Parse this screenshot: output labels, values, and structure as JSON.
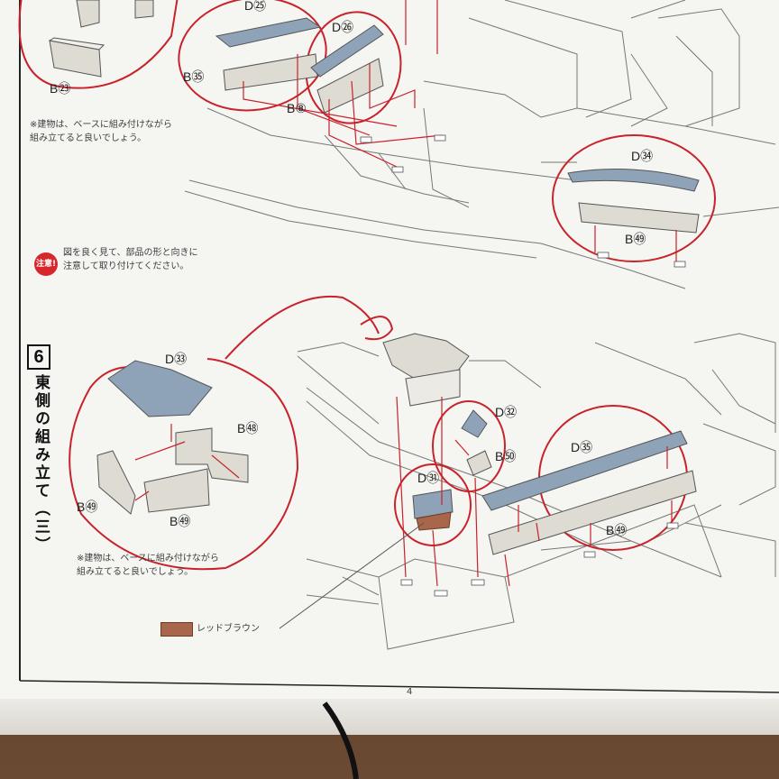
{
  "page": {
    "step_number": "6",
    "step_title": "東側の組み立て（三）",
    "page_number": "4"
  },
  "notes": {
    "assembly_tip_1": "※建物は、ベースに組み付けながら\n組み立てると良いでしょう。",
    "assembly_tip_2": "※建物は、ベースに組み付けながら\n組み立てると良いでしょう。",
    "caution_badge": "注意!",
    "caution_text": "図を良く見て、部品の形と向きに\n注意して取り付けてください。"
  },
  "color_legend": {
    "label": "レッドブラウン",
    "swatch_color": "#a8674a"
  },
  "part_labels": {
    "d25": "D㉕",
    "b35_top": "B㉟",
    "d26": "D㉖",
    "b8": "B⑧",
    "b23": "B㉓",
    "d34": "D㉞",
    "b49": "B㊾",
    "d33": "D㉝",
    "b48": "B㊽",
    "b52": "B㊾",
    "b51": "B㊾",
    "d32": "D㉜",
    "b50": "B㊿",
    "d31": "D㉛",
    "d35": "D㉟",
    "b53": "B㊾"
  },
  "colors": {
    "annotation_red": "#c8222b",
    "roof_blue": "#8fa3b8",
    "part_gray": "#dedbd2",
    "line": "#555555"
  }
}
